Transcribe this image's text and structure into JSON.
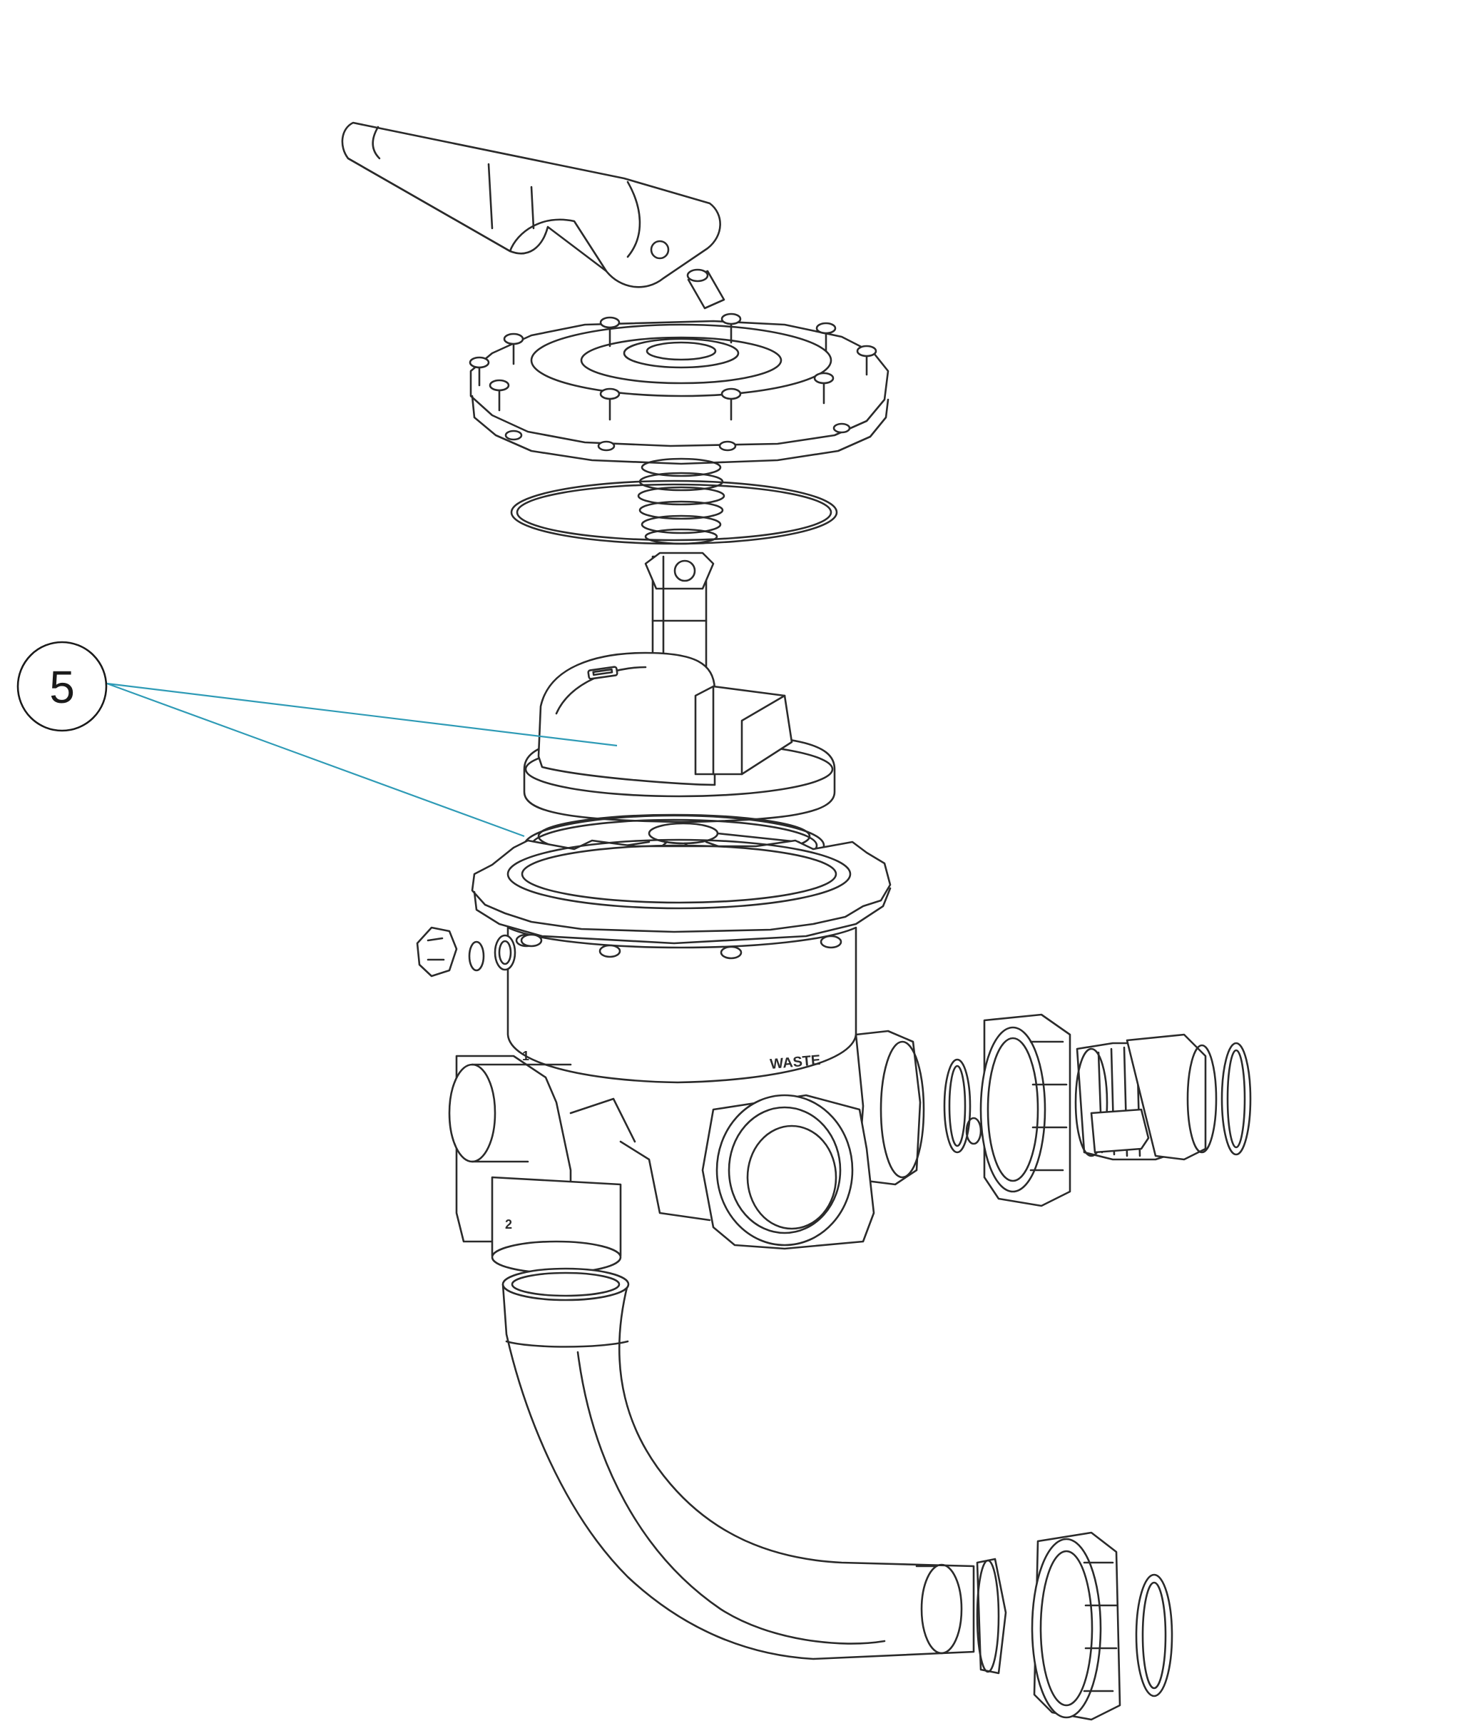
{
  "callout": {
    "number": "5"
  },
  "labels": {
    "waste": "WASTE",
    "port_1": "1",
    "port_2": "2"
  },
  "colors": {
    "leader": "#2f9bb6",
    "line": "#2a2a2a",
    "background": "#ffffff"
  }
}
